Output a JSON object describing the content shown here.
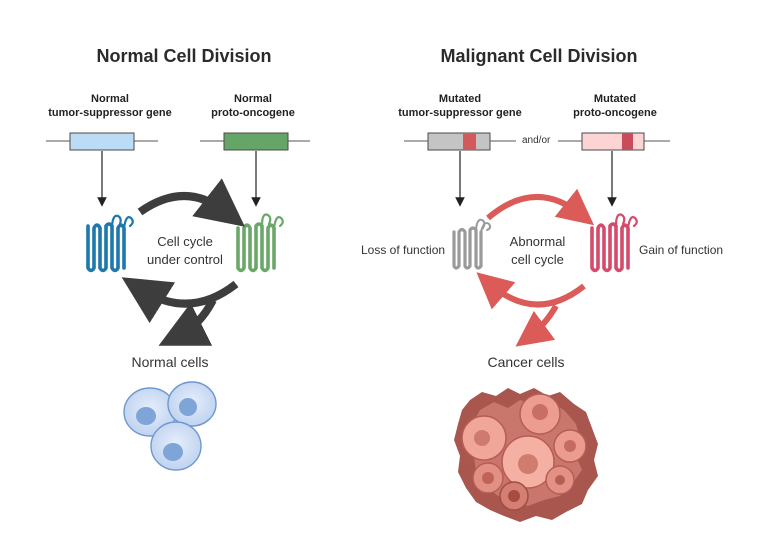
{
  "normal": {
    "title": "Normal Cell Division",
    "suppressor_line1": "Normal",
    "suppressor_line2": "tumor-suppressor gene",
    "onco_line1": "Normal",
    "onco_line2": "proto-oncogene",
    "cycle_line1": "Cell cycle",
    "cycle_line2": "under control",
    "caption": "Normal cells"
  },
  "malignant": {
    "title": "Malignant Cell Division",
    "suppressor_line1": "Mutated",
    "suppressor_line2": "tumor-suppressor gene",
    "onco_line1": "Mutated",
    "onco_line2": "proto-oncogene",
    "connector": "and/or",
    "cycle_line1": "Abnormal",
    "cycle_line2": "cell cycle",
    "loss": "Loss of function",
    "gain": "Gain of function",
    "caption": "Cancer cells"
  },
  "colors": {
    "suppressor_protein": "#1c78ad",
    "onco_protein": "#6aa868",
    "mutated_suppressor_protein": "#9a9a9a",
    "mutated_onco_protein": "#d44b6c",
    "normal_arrow": "#3d3d3d",
    "malignant_arrow": "#d9534f"
  }
}
